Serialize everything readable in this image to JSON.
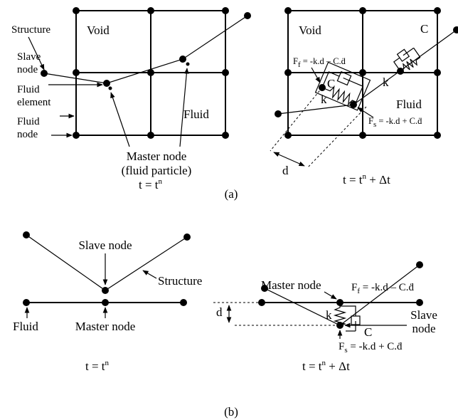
{
  "panel_a": {
    "caption": "(a)",
    "left": {
      "void": "Void",
      "fluid": "Fluid",
      "structure": "Structure",
      "slave_node": [
        "Slave",
        "node"
      ],
      "fluid_element": [
        "Fluid",
        "element"
      ],
      "fluid_node": [
        "Fluid",
        "node"
      ],
      "master_node": "Master node",
      "fluid_particle": "(fluid particle)",
      "time": {
        "lhs": "t = t",
        "sup": "n",
        "suffix": ""
      }
    },
    "right": {
      "void": "Void",
      "fluid": "Fluid",
      "ff": {
        "base": "F",
        "sub": "f",
        "rhs": " = -k.d – C.ḋ"
      },
      "fs": {
        "base": "F",
        "sub": "s",
        "rhs": " = -k.d + C.ḋ"
      },
      "k": "k",
      "c": "C",
      "k2": "k",
      "c2": "C",
      "d": "d",
      "time": {
        "lhs": "t = t",
        "sup": "n",
        "suffix": " + Δt"
      }
    }
  },
  "panel_b": {
    "caption": "(b)",
    "left": {
      "slave_node": "Slave node",
      "structure": "Structure",
      "fluid": "Fluid",
      "master_node": "Master node",
      "time": {
        "lhs": "t = t",
        "sup": "n",
        "suffix": ""
      }
    },
    "right": {
      "master_node": "Master node",
      "ff": {
        "base": "F",
        "sub": "f",
        "rhs": " = -k.d – C.ḋ"
      },
      "fs": {
        "base": "F",
        "sub": "s",
        "rhs": " = -k.d + C.ḋ"
      },
      "k": "k",
      "c": "C",
      "d": "d",
      "slave_node": [
        "Slave",
        "node"
      ],
      "time": {
        "lhs": "t = t",
        "sup": "n",
        "suffix": " + Δt"
      }
    }
  }
}
